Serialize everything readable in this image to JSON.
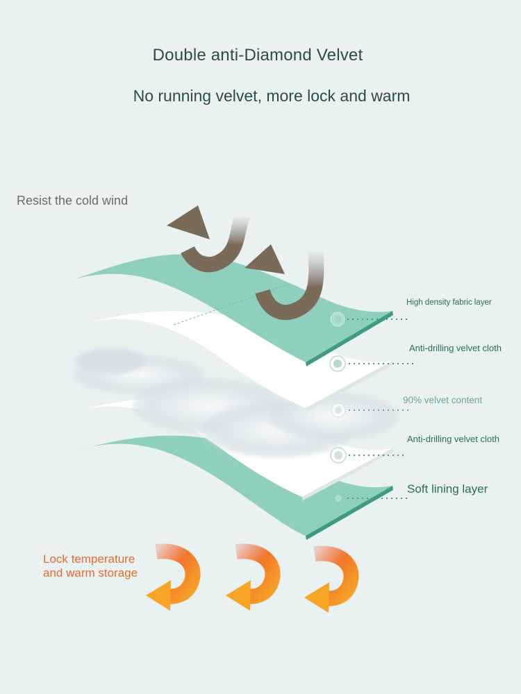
{
  "header": {
    "title": "Double anti-Diamond Velvet",
    "subtitle": "No running velvet, more lock and warm"
  },
  "wind": {
    "label": "Resist the cold wind",
    "icon": "cold-wind-arrow-icon",
    "color": "#7a6a58"
  },
  "layers": [
    {
      "label": "High density fabric layer",
      "color": "#8fcfbd"
    },
    {
      "label": "Anti-drilling velvet cloth",
      "color": "#ffffff"
    },
    {
      "label": "90% velvet content",
      "color": "#dfe9ee"
    },
    {
      "label": "Anti-drilling velvet cloth",
      "color": "#ffffff"
    },
    {
      "label": "Soft lining layer",
      "color": "#8fcfbd"
    }
  ],
  "warmth": {
    "line1": "Lock temperature",
    "line2": "and warm storage",
    "icon": "warm-circular-arrow-icon",
    "color": "#f59a2a"
  },
  "colors": {
    "background": "#e9f1f1",
    "accent_green": "#3f9a83",
    "text_dark": "#2f4a4a",
    "text_orange": "#e46a2e"
  }
}
